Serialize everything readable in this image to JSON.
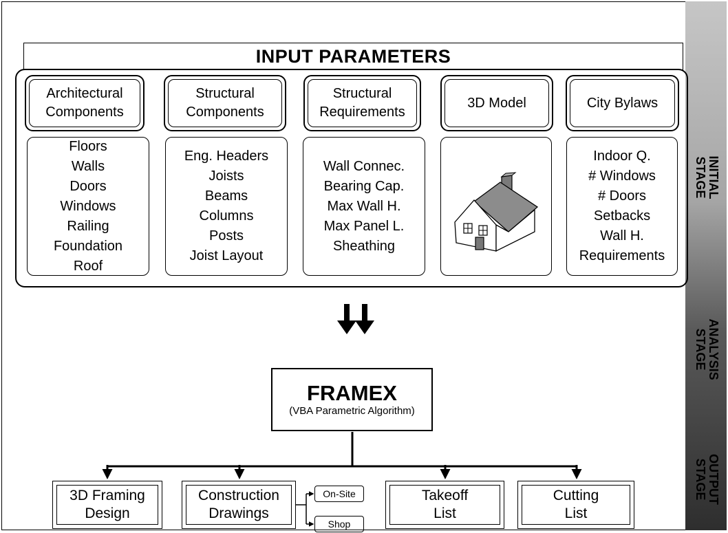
{
  "title": "INPUT PARAMETERS",
  "categories": [
    {
      "header": [
        "Architectural",
        "Components"
      ],
      "items": [
        "Floors",
        "Walls",
        "Doors",
        "Windows",
        "Railing",
        "Foundation",
        "Roof"
      ]
    },
    {
      "header": [
        "Structural",
        "Components"
      ],
      "items": [
        "Eng. Headers",
        "Joists",
        "Beams",
        "Columns",
        "Posts",
        "Joist Layout"
      ]
    },
    {
      "header": [
        "Structural",
        "Requirements"
      ],
      "items": [
        "Wall Connec.",
        "Bearing Cap.",
        "Max Wall H.",
        "Max Panel L.",
        "Sheathing"
      ]
    },
    {
      "header": [
        "3D Model"
      ],
      "items": [],
      "icon": "house-icon"
    },
    {
      "header": [
        "City Bylaws"
      ],
      "items": [
        "Indoor Q.",
        "# Windows",
        "# Doors",
        "Setbacks",
        "Wall H.",
        "Requirements"
      ]
    }
  ],
  "process": {
    "title": "FRAMEX",
    "subtitle": "(VBA Parametric Algorithm)"
  },
  "outputs": [
    {
      "lines": [
        "3D Framing",
        "Design"
      ]
    },
    {
      "lines": [
        "Construction",
        "Drawings"
      ]
    },
    {
      "lines": [
        "Takeoff",
        "List"
      ]
    },
    {
      "lines": [
        "Cutting",
        "List"
      ]
    }
  ],
  "drawing_types": [
    "On-Site",
    "Shop"
  ],
  "stages": [
    {
      "lines": [
        "INITIAL",
        "STAGE"
      ]
    },
    {
      "lines": [
        "ANALYSIS",
        "STAGE"
      ]
    },
    {
      "lines": [
        "OUTPUT",
        "STAGE"
      ]
    }
  ],
  "colors": {
    "stage_bar_top": "#c6c6c6",
    "stage_bar_bottom": "#2e2e2e",
    "house_roof": "#8c8c8c"
  }
}
